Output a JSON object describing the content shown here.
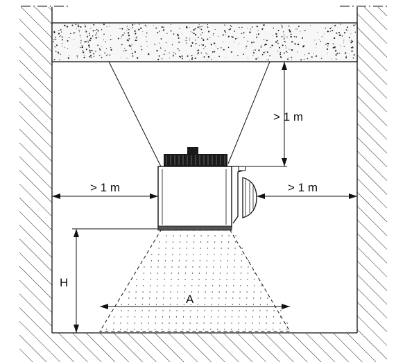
{
  "labels": {
    "top_clearance": "> 1 m",
    "left_clearance": "> 1 m",
    "right_clearance": "> 1 m",
    "height": "H",
    "spread": "A"
  },
  "colors": {
    "line": "#111111",
    "ceiling_fill": "#d9d9d9",
    "unit_top": "#1a1a1a"
  }
}
